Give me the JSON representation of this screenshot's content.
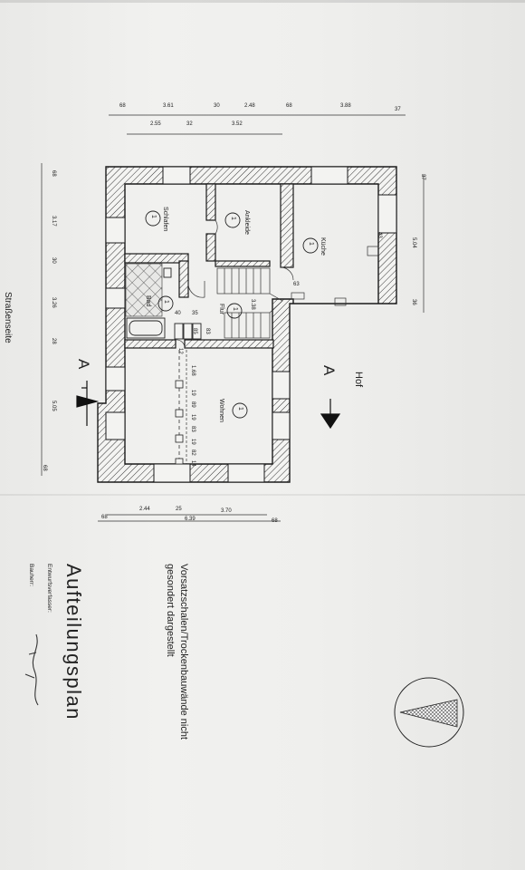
{
  "rooms": {
    "kueche": "Küche",
    "ankleide": "Ankleide",
    "schlafen": "Schlafen",
    "bad": "Bad",
    "flur": "Flur",
    "wohnen": "Wohnen",
    "room_number": "1"
  },
  "labels": {
    "hof": "Hof",
    "strassenseite": "Straßenseite",
    "section_a": "A"
  },
  "dims_top_row1": [
    "68",
    "3.61",
    "30",
    "2.48",
    "68",
    "3.88",
    "37"
  ],
  "dims_top_row2": [
    "2.55",
    "32",
    "3.52"
  ],
  "dims_left": [
    "68",
    "3.17",
    "30",
    "3.26",
    "28",
    "5.05",
    "68"
  ],
  "dims_right": [
    "37",
    "5.04",
    "36"
  ],
  "dims_bottom_row1": [
    "2.44",
    "25",
    "3.70"
  ],
  "dims_bottom_row2": [
    "68",
    "6.39",
    "68"
  ],
  "dims_inner": {
    "d43": "43",
    "d63": "63",
    "stair": "3.38",
    "d40": "40",
    "d35": "35",
    "d83": "83",
    "d85": "85",
    "d12": "12",
    "chain": [
      "1.68",
      "19",
      "89",
      "19",
      "83",
      "19",
      "82",
      "14"
    ]
  },
  "notes": {
    "title": "Aufteilungsplan",
    "note_line1": "Vorsatzschalen/Trockenbauwände nicht",
    "note_line2": "gesondert dargestellt",
    "entwurf": "Entwurfsverfasser:",
    "bauherr": "Bauherr:"
  }
}
